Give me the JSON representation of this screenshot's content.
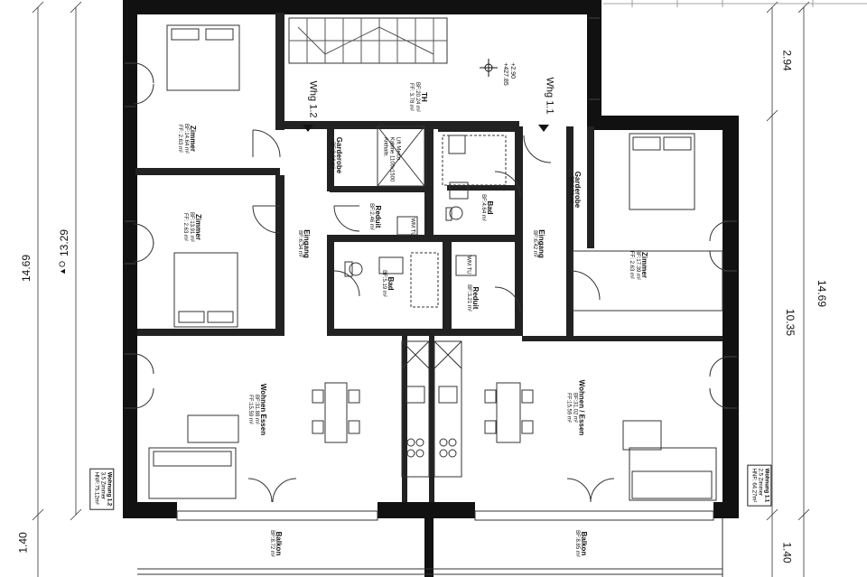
{
  "units": [
    {
      "id": "1.2",
      "wohnung_label": "Wohnung 1.2",
      "zimmer": "3.5 Zimmer",
      "hnf": "HNF:75.12m²",
      "whg_label": "Whg 1.2"
    },
    {
      "id": "1.1",
      "wohnung_label": "Wohnung 1.1",
      "zimmer": "2.5 Zimmer",
      "hnf": "HNF: 64.27m²",
      "whg_label": "Whg 1.1"
    }
  ],
  "staircase": {
    "name": "TH",
    "bf": "BF:20.24 m²",
    "ff": "FF: 3.78 m²",
    "elev_top": "+2.90",
    "elev_bottom": "+427.85"
  },
  "lift": {
    "line1": "Lift Meico",
    "line2": "Kabine 1100x1500",
    "line3": "Anthaltr."
  },
  "rooms": [
    {
      "id": "zimmer-1",
      "name": "Zimmer",
      "line1": "BF:14.64 m²",
      "line2": "FF: 2.63 m²"
    },
    {
      "id": "zimmer-2",
      "name": "Zimmer",
      "line1": "BF:13.91 m²",
      "line2": "FF: 2.63 m²"
    },
    {
      "id": "garderobe-left",
      "name": "Garderobe",
      "line1": "BF:3.04 m²"
    },
    {
      "id": "eingang-left",
      "name": "Eingang",
      "line1": "BF:6.34 m²"
    },
    {
      "id": "reduit-left",
      "name": "Reduit",
      "line1": "BF:2.46 m²"
    },
    {
      "id": "bad-left",
      "name": "Bad",
      "line1": "BF:5.19 m²"
    },
    {
      "id": "bad-right",
      "name": "Bad",
      "line1": "BF:4.64 m²"
    },
    {
      "id": "eingang-right",
      "name": "Eingang",
      "line1": "BF:6.42 m²"
    },
    {
      "id": "reduit-right",
      "name": "Reduit",
      "line1": "BF:3.21 m²"
    },
    {
      "id": "garderobe-right",
      "name": "Garderobe",
      "line1": "BF:3.73 m²"
    },
    {
      "id": "zimmer-3",
      "name": "Zimmer",
      "line1": "BF:17.39 m²",
      "line2": "FF: 2.63 m²"
    },
    {
      "id": "wohnen-left",
      "name": "Wohnen Essen",
      "line1": "BF:31.88 m²",
      "line2": "FF:15.59 m²"
    },
    {
      "id": "wohnen-right",
      "name": "Wohnen / Essen",
      "line1": "BF:31.02 m²",
      "line2": "FF:15.59 m²"
    },
    {
      "id": "balkon-left",
      "name": "Balkon",
      "line1": "BF:8.72 m²"
    },
    {
      "id": "balkon-right",
      "name": "Balkon",
      "line1": "BF:8.85 m²"
    }
  ],
  "wm_tu": "WM TU",
  "dimensions": {
    "left_total": "14.69",
    "left_inner": "13.29",
    "left_balcony": "1.40",
    "left_marker": "▲O",
    "right_top": "2.94",
    "right_total": "14.69",
    "right_mid": "10.35",
    "right_balcony": "1.40"
  }
}
